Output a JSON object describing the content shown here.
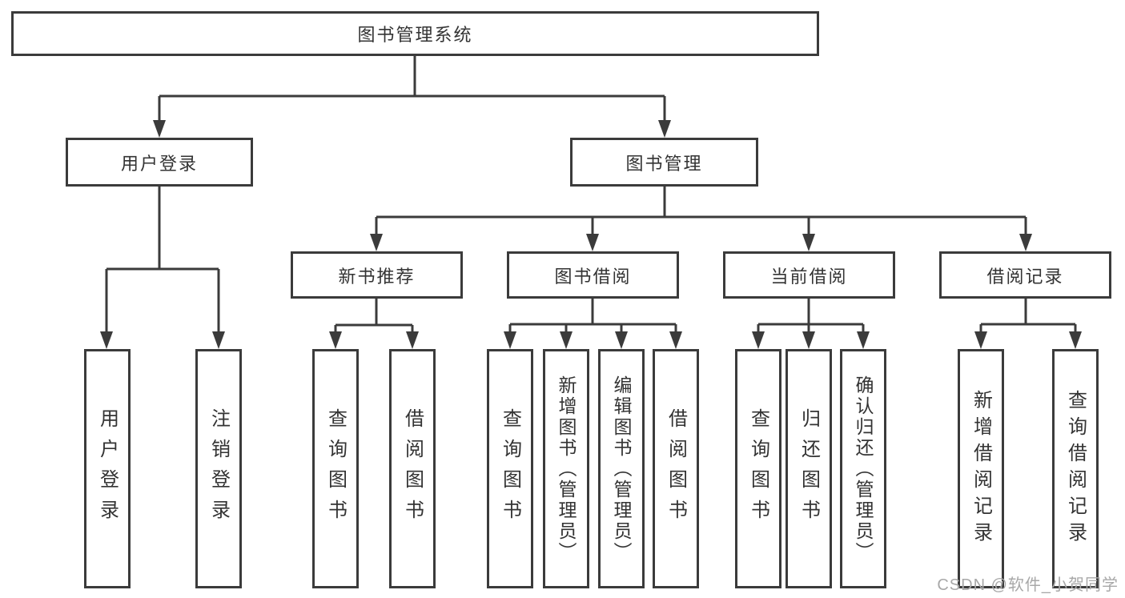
{
  "tree": {
    "label": "图书管理系统",
    "children": [
      {
        "label": "用户登录",
        "children": [
          {
            "label": "用户登录"
          },
          {
            "label": "注销登录"
          }
        ]
      },
      {
        "label": "图书管理",
        "children": [
          {
            "label": "新书推荐",
            "children": [
              {
                "label": "查询图书"
              },
              {
                "label": "借阅图书"
              }
            ]
          },
          {
            "label": "图书借阅",
            "children": [
              {
                "label": "查询图书"
              },
              {
                "label": "新增图书（管理员）"
              },
              {
                "label": "编辑图书（管理员）"
              },
              {
                "label": "借阅图书"
              }
            ]
          },
          {
            "label": "当前借阅",
            "children": [
              {
                "label": "查询图书"
              },
              {
                "label": "归还图书"
              },
              {
                "label": "确认归还（管理员）"
              }
            ]
          },
          {
            "label": "借阅记录",
            "children": [
              {
                "label": "新增借阅记录"
              },
              {
                "label": "查询借阅记录"
              }
            ]
          }
        ]
      }
    ]
  },
  "watermark": "CSDN @软件_小贺同学",
  "colors": {
    "line": "#3b3b3b",
    "text": "#333333",
    "box_fill": "#ffffff",
    "watermark": "#a8a8a8",
    "background": "#ffffff"
  }
}
